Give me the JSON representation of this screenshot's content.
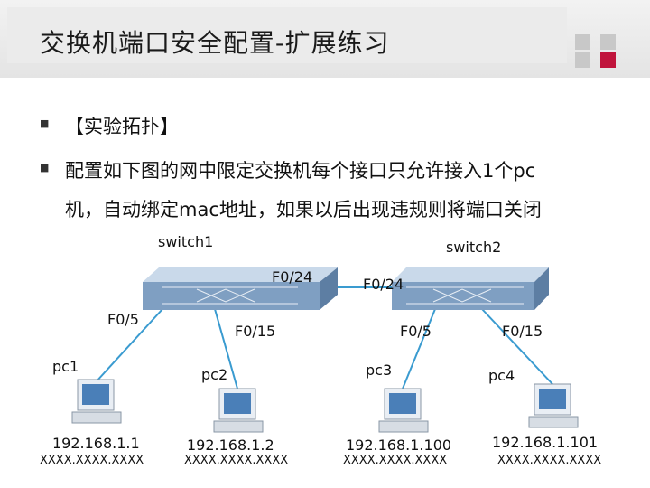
{
  "slide": {
    "title": "交换机端口安全配置-扩展练习",
    "bullets": [
      "【实验拓扑】",
      "配置如下图的网中限定交换机每个接口只允许接入1个pc",
      "机，自动绑定mac地址，如果以后出现违规则将端口关闭"
    ]
  },
  "diagram": {
    "switches": [
      {
        "name": "switch1",
        "uplink": "F0/24"
      },
      {
        "name": "switch2",
        "uplink": "F0/24"
      }
    ],
    "ports": {
      "s1_p1": "F0/5",
      "s1_p2": "F0/15",
      "s2_p1": "F0/5",
      "s2_p2": "F0/15"
    },
    "pcs": [
      {
        "name": "pc1",
        "ip": "192.168.1.1",
        "mac": "XXXX.XXXX.XXXX"
      },
      {
        "name": "pc2",
        "ip": "192.168.1.2",
        "mac": "XXXX.XXXX.XXXX"
      },
      {
        "name": "pc3",
        "ip": "192.168.1.100",
        "mac": "XXXX.XXXX.XXXX"
      },
      {
        "name": "pc4",
        "ip": "192.168.1.101",
        "mac": "XXXX.XXXX.XXXX"
      }
    ],
    "colors": {
      "link": "#3a9bd0",
      "switch": "#8aa8c8",
      "accent": "#c0143c"
    }
  }
}
